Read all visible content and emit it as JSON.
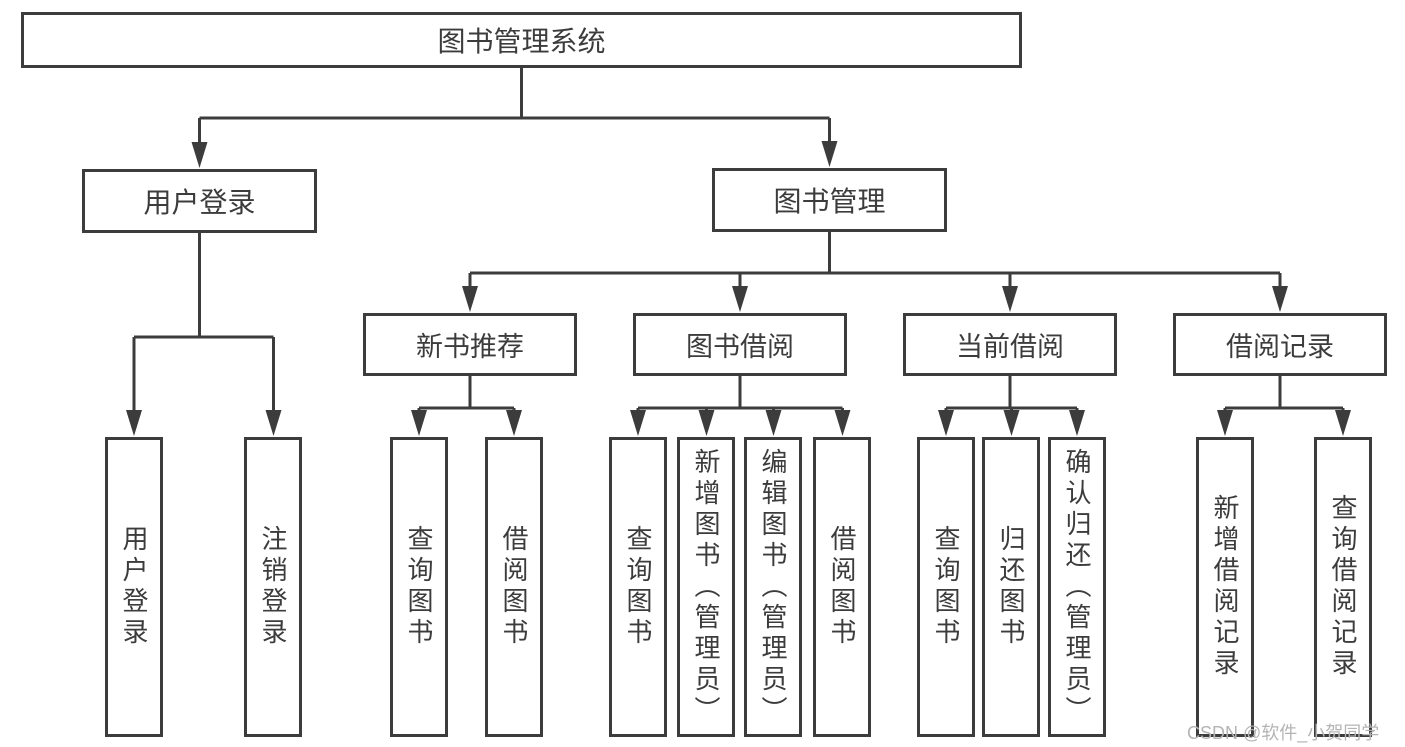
{
  "colors": {
    "line": "#3c3c3c",
    "box_border": "#3c3c3c",
    "text": "#3c3c3c",
    "watermark": "#b4b4b4",
    "background": "#ffffff"
  },
  "diagram": {
    "root": {
      "label": "图书管理系统"
    },
    "level2": [
      {
        "label": "用户登录"
      },
      {
        "label": "图书管理"
      }
    ],
    "level3": [
      {
        "label": "新书推荐"
      },
      {
        "label": "图书借阅"
      },
      {
        "label": "当前借阅"
      },
      {
        "label": "借阅记录"
      }
    ],
    "leaves": [
      {
        "label": "用户登录",
        "parent": "用户登录"
      },
      {
        "label": "注销登录",
        "parent": "用户登录"
      },
      {
        "label": "查询图书",
        "parent": "新书推荐"
      },
      {
        "label": "借阅图书",
        "parent": "新书推荐"
      },
      {
        "label": "查询图书",
        "parent": "图书借阅"
      },
      {
        "label": "新增图书（管理员）",
        "parent": "图书借阅"
      },
      {
        "label": "编辑图书（管理员）",
        "parent": "图书借阅"
      },
      {
        "label": "借阅图书",
        "parent": "图书借阅"
      },
      {
        "label": "查询图书",
        "parent": "当前借阅"
      },
      {
        "label": "归还图书",
        "parent": "当前借阅"
      },
      {
        "label": "确认归还（管理员）",
        "parent": "当前借阅"
      },
      {
        "label": "新增借阅记录",
        "parent": "借阅记录"
      },
      {
        "label": "查询借阅记录",
        "parent": "借阅记录"
      }
    ]
  },
  "watermark": {
    "text": "CSDN @软件_小贺同学"
  }
}
